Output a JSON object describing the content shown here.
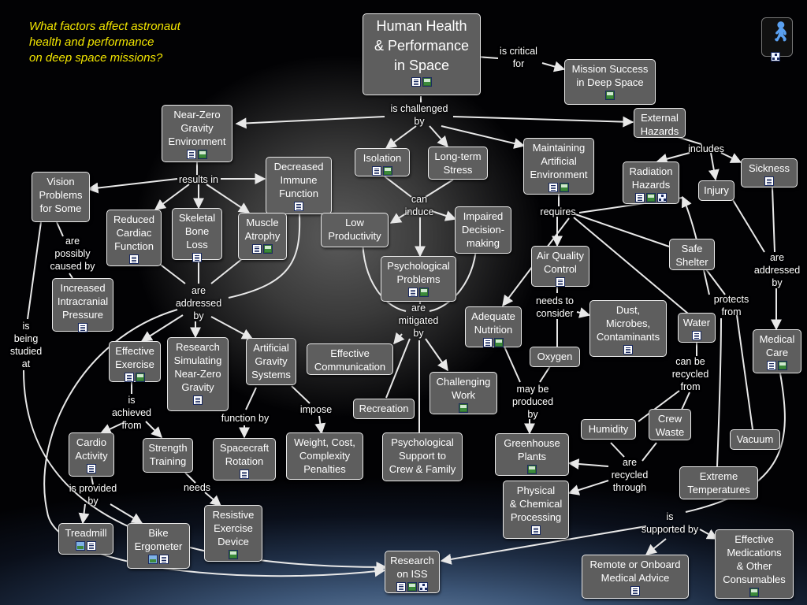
{
  "question": "What factors affect astronaut\nhealth and performance\non deep space missions?",
  "icon_names": {
    "app": "cmap-person-icon",
    "doc": "document-icon",
    "tbl": "spreadsheet-icon",
    "map": "concept-map-icon",
    "img": "image-icon"
  },
  "colors": {
    "node_fill": "#5e5e5e",
    "node_border": "#eaeaea",
    "question_text": "#f3e600",
    "edge": "#e8e8e8"
  },
  "nodes": [
    {
      "id": "human",
      "text": "Human Health\n& Performance\nin Space",
      "icons": [
        "doc",
        "tbl"
      ]
    },
    {
      "id": "mission",
      "text": "Mission Success\nin Deep Space",
      "icons": [
        "tbl"
      ]
    },
    {
      "id": "ngravity",
      "text": "Near-Zero\nGravity\nEnvironment",
      "icons": [
        "doc",
        "tbl"
      ]
    },
    {
      "id": "isolation",
      "text": "Isolation",
      "icons": [
        "doc",
        "tbl"
      ]
    },
    {
      "id": "ltstress",
      "text": "Long-term\nStress",
      "icons": []
    },
    {
      "id": "maint",
      "text": "Maintaining\nArtificial\nEnvironment",
      "icons": [
        "doc",
        "tbl"
      ]
    },
    {
      "id": "exthaz",
      "text": "External\nHazards",
      "icons": []
    },
    {
      "id": "vision",
      "text": "Vision\nProblems\nfor Some",
      "icons": []
    },
    {
      "id": "decimm",
      "text": "Decreased\nImmune\nFunction",
      "icons": [
        "doc"
      ]
    },
    {
      "id": "radiation",
      "text": "Radiation\nHazards",
      "icons": [
        "doc",
        "tbl",
        "map"
      ]
    },
    {
      "id": "sickness",
      "text": "Sickness",
      "icons": [
        "doc"
      ]
    },
    {
      "id": "injury",
      "text": "Injury",
      "icons": []
    },
    {
      "id": "redcard",
      "text": "Reduced\nCardiac\nFunction",
      "icons": [
        "doc"
      ]
    },
    {
      "id": "skeletal",
      "text": "Skeletal\nBone\nLoss",
      "icons": [
        "doc"
      ]
    },
    {
      "id": "muscle",
      "text": "Muscle\nAtrophy",
      "icons": [
        "doc",
        "tbl"
      ]
    },
    {
      "id": "lowprod",
      "text": "Low\nProductivity",
      "icons": []
    },
    {
      "id": "impaired",
      "text": "Impaired\nDecision-\nmaking",
      "icons": []
    },
    {
      "id": "psych",
      "text": "Psychological\nProblems",
      "icons": [
        "doc",
        "tbl"
      ]
    },
    {
      "id": "airq",
      "text": "Air Quality\nControl",
      "icons": [
        "doc"
      ]
    },
    {
      "id": "shelter",
      "text": "Safe\nShelter",
      "icons": []
    },
    {
      "id": "icp",
      "text": "Increased\nIntracranial\nPressure",
      "icons": [
        "doc"
      ]
    },
    {
      "id": "effex",
      "text": "Effective\nExercise",
      "icons": [
        "doc",
        "tbl"
      ]
    },
    {
      "id": "research",
      "text": "Research\nSimulating\nNear-Zero\nGravity",
      "icons": [
        "doc"
      ]
    },
    {
      "id": "artgrav",
      "text": "Artificial\nGravity\nSystems",
      "icons": []
    },
    {
      "id": "effcomm",
      "text": "Effective\nCommunication",
      "icons": []
    },
    {
      "id": "nutrition",
      "text": "Adequate\nNutrition",
      "icons": [
        "doc",
        "tbl"
      ]
    },
    {
      "id": "dust",
      "text": "Dust,\nMicrobes,\nContaminants",
      "icons": [
        "doc"
      ]
    },
    {
      "id": "water",
      "text": "Water",
      "icons": [
        "doc"
      ]
    },
    {
      "id": "medcare",
      "text": "Medical\nCare",
      "icons": [
        "doc",
        "tbl"
      ]
    },
    {
      "id": "oxygen",
      "text": "Oxygen",
      "icons": []
    },
    {
      "id": "challenging",
      "text": "Challenging\nWork",
      "icons": [
        "tbl"
      ]
    },
    {
      "id": "recreation",
      "text": "Recreation",
      "icons": []
    },
    {
      "id": "cardio",
      "text": "Cardio\nActivity",
      "icons": [
        "doc"
      ]
    },
    {
      "id": "strength",
      "text": "Strength\nTraining",
      "icons": []
    },
    {
      "id": "spacecraft",
      "text": "Spacecraft\nRotation",
      "icons": [
        "doc"
      ]
    },
    {
      "id": "weight",
      "text": "Weight, Cost,\nComplexity\nPenalties",
      "icons": []
    },
    {
      "id": "psychsup",
      "text": "Psychological\nSupport to\nCrew & Family",
      "icons": []
    },
    {
      "id": "greenhouse",
      "text": "Greenhouse\nPlants",
      "icons": [
        "tbl"
      ]
    },
    {
      "id": "humidity",
      "text": "Humidity",
      "icons": []
    },
    {
      "id": "crewwaste",
      "text": "Crew\nWaste",
      "icons": []
    },
    {
      "id": "vacuum",
      "text": "Vacuum",
      "icons": []
    },
    {
      "id": "physchem",
      "text": "Physical\n& Chemical\nProcessing",
      "icons": [
        "doc"
      ]
    },
    {
      "id": "exttemp",
      "text": "Extreme\nTemperatures",
      "icons": []
    },
    {
      "id": "treadmill",
      "text": "Treadmill",
      "icons": [
        "img",
        "doc"
      ]
    },
    {
      "id": "bike",
      "text": "Bike\nErgometer",
      "icons": [
        "img",
        "doc"
      ]
    },
    {
      "id": "resistive",
      "text": "Resistive\nExercise\nDevice",
      "icons": [
        "tbl"
      ]
    },
    {
      "id": "iss",
      "text": "Research\non ISS",
      "icons": [
        "doc",
        "tbl",
        "map"
      ]
    },
    {
      "id": "remote",
      "text": "Remote or Onboard\nMedical Advice",
      "icons": [
        "doc"
      ]
    },
    {
      "id": "meds",
      "text": "Effective\nMedications\n& Other\nConsumables",
      "icons": [
        "tbl"
      ]
    }
  ],
  "linking_phrases": [
    {
      "id": "critical",
      "text": "is critical\nfor"
    },
    {
      "id": "challenged",
      "text": "is challenged\nby"
    },
    {
      "id": "includes",
      "text": "includes"
    },
    {
      "id": "results",
      "text": "results in"
    },
    {
      "id": "induce",
      "text": "can\ninduce"
    },
    {
      "id": "requires",
      "text": "requires"
    },
    {
      "id": "possibly",
      "text": "are\npossibly\ncaused by"
    },
    {
      "id": "addressed1",
      "text": "are\naddressed\nby"
    },
    {
      "id": "protects",
      "text": "protects\nfrom"
    },
    {
      "id": "addressed2",
      "text": "are\naddressed\nby"
    },
    {
      "id": "studied",
      "text": "is\nbeing\nstudied\nat"
    },
    {
      "id": "needs_consider",
      "text": "needs to\nconsider"
    },
    {
      "id": "mitigated",
      "text": "are\nmitigated\nby"
    },
    {
      "id": "recycled_from",
      "text": "can be\nrecycled\nfrom"
    },
    {
      "id": "achieved",
      "text": "is\nachieved\nfrom"
    },
    {
      "id": "produced",
      "text": "may be\nproduced\nby"
    },
    {
      "id": "function_by",
      "text": "function by"
    },
    {
      "id": "impose",
      "text": "impose"
    },
    {
      "id": "provided",
      "text": "is provided\nby"
    },
    {
      "id": "needs",
      "text": "needs"
    },
    {
      "id": "recycled_through",
      "text": "are\nrecycled\nthrough"
    },
    {
      "id": "supported",
      "text": "is\nsupported by"
    }
  ]
}
